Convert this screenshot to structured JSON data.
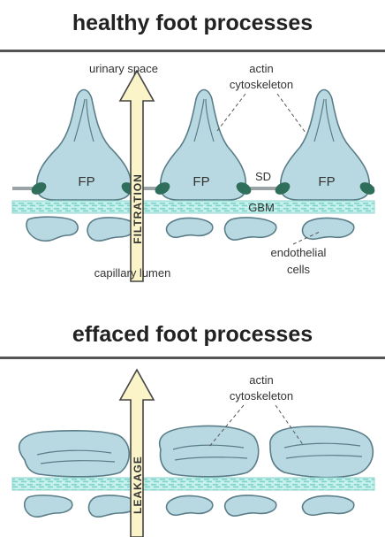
{
  "colors": {
    "cell_fill": "#b9d9e2",
    "cell_stroke": "#5a7d88",
    "gbm_fill": "#9fe3dd",
    "arrow_fill": "#fbf4c8",
    "slit_diaphragm": "#2e6e5a",
    "rule": "#555555"
  },
  "healthy": {
    "title": "healthy foot processes",
    "labels": {
      "urinary_space": "urinary space",
      "actin_line1": "actin",
      "actin_line2": "cytoskeleton",
      "fp": "FP",
      "sd": "SD",
      "gbm": "GBM",
      "capillary_lumen": "capillary lumen",
      "endothelial_line1": "endothelial",
      "endothelial_line2": "cells",
      "arrow": "FILTRATION"
    }
  },
  "effaced": {
    "title": "effaced foot processes",
    "labels": {
      "actin_line1": "actin",
      "actin_line2": "cytoskeleton",
      "arrow": "LEAKAGE"
    }
  }
}
